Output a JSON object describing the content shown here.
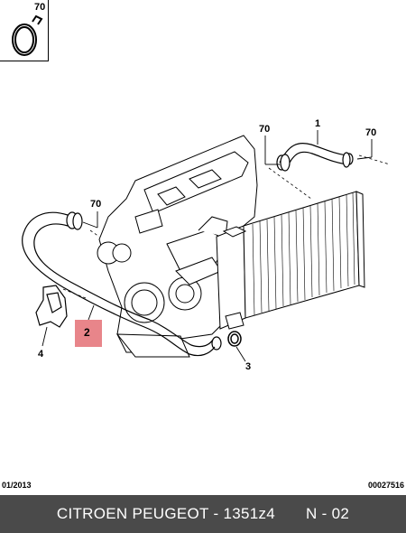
{
  "inset": {
    "label": "70"
  },
  "callouts": {
    "c70_top_left": "70",
    "c1": "1",
    "c70_top_right": "70",
    "c70_left": "70",
    "c2": "2",
    "c4": "4",
    "c3": "3"
  },
  "footer_meta": {
    "date": "01/2013",
    "ref": "00027516"
  },
  "footer_bar": {
    "title": "CITROEN PEUGEOT - 1351z4",
    "page": "N - 02"
  },
  "colors": {
    "highlight": "#e8858a",
    "footer_bg": "#4a4a4a",
    "line": "#000000"
  }
}
